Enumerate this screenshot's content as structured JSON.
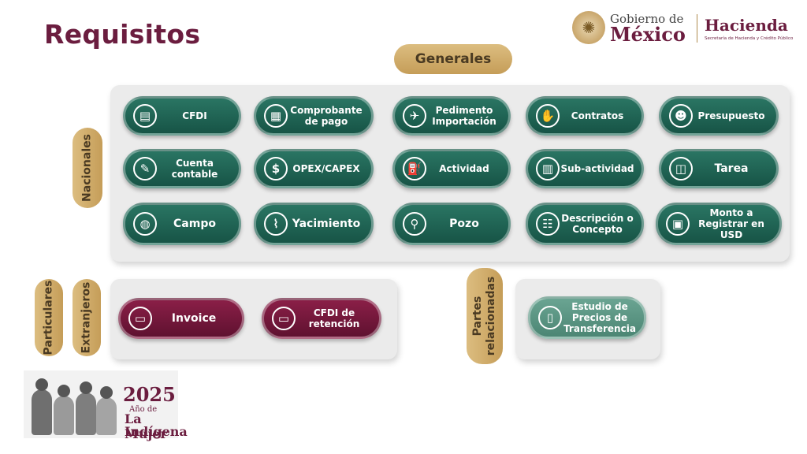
{
  "title": "Requisitos",
  "header": {
    "gobierno_line1": "Gobierno de",
    "gobierno_line2": "México",
    "hacienda": "Hacienda",
    "hacienda_sub": "Secretaría de Hacienda y Crédito Público"
  },
  "generales_label": "Generales",
  "side_labels": {
    "nacionales": "Nacionales",
    "particulares": "Particulares",
    "extranjeros": "Extranjeros",
    "partes_l1": "Partes",
    "partes_l2": "relacionadas"
  },
  "nacionales": [
    {
      "label": "CFDI",
      "icon": "document-icon"
    },
    {
      "label": "Comprobante de pago",
      "icon": "cash-register-icon"
    },
    {
      "label": "Pedimento Importación",
      "icon": "airplane-icon"
    },
    {
      "label": "Contratos",
      "icon": "handshake-icon"
    },
    {
      "label": "Presupuesto",
      "icon": "head-gear-icon"
    },
    {
      "label": "Cuenta contable",
      "icon": "clipboard-icon"
    },
    {
      "label": "OPEX/CAPEX",
      "icon": "money-cycle-icon"
    },
    {
      "label": "Actividad",
      "icon": "oil-pump-icon"
    },
    {
      "label": "Sub-actividad",
      "icon": "factory-icon"
    },
    {
      "label": "Tarea",
      "icon": "barrel-icon"
    },
    {
      "label": "Campo",
      "icon": "globe-icon"
    },
    {
      "label": "Yacimiento",
      "icon": "mexico-map-icon"
    },
    {
      "label": "Pozo",
      "icon": "location-pin-icon"
    },
    {
      "label": "Descripción o Concepto",
      "icon": "presentation-icon"
    },
    {
      "label": "Monto a Registrar en USD",
      "icon": "monitor-cash-icon"
    }
  ],
  "extranjeros": [
    {
      "label": "Invoice",
      "icon": "credit-card-icon"
    },
    {
      "label": "CFDI de retención",
      "icon": "card-check-icon"
    }
  ],
  "partes": [
    {
      "label": "Estudio de Precios de Transferencia",
      "icon": "book-icon"
    }
  ],
  "badge": {
    "year": "2025",
    "line1": "Año de",
    "line2": "La Mujer",
    "line3": "Indígena"
  },
  "colors": {
    "maroon": "#6b1d3f",
    "green": "#1e5f50",
    "gold": "#c9a66b",
    "light_green": "#5a9683"
  }
}
